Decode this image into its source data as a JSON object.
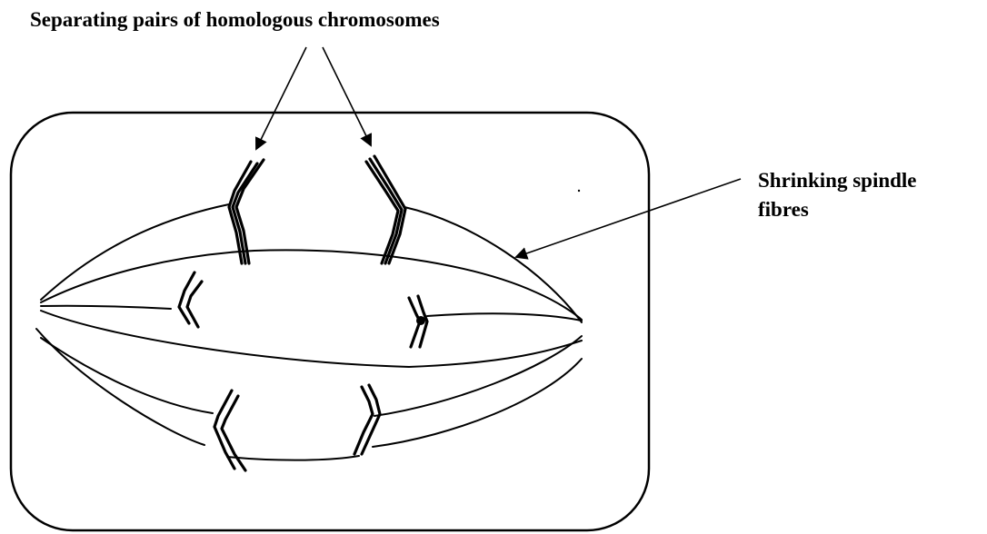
{
  "labels": {
    "top": "Separating pairs of homologous chromosomes",
    "right_line1": "Shrinking spindle",
    "right_line2": "fibres"
  }
}
